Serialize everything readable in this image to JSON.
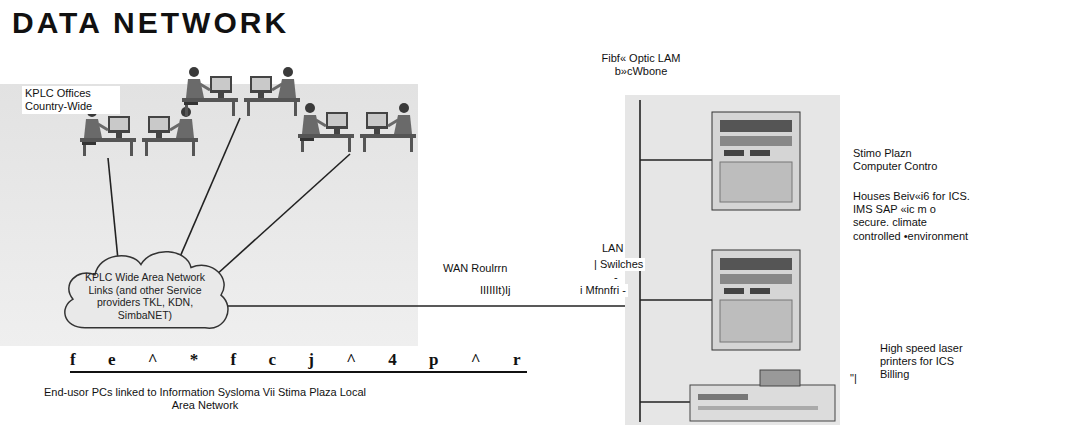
{
  "diagram": {
    "title": "DATA NETWORK",
    "caption": "End-usor PCs linked to Information Sysloma Vii Stima Plaza Local Area Network",
    "nodes": [
      {
        "text": [
          "KPLC Wide Area Network Links (and other Service providers TKL, KDN, SimbaNET)"
        ]
      }
    ],
    "labels": [
      "KPLC Offices Country-Wide",
      "WAN Roulrrn",
      "IIIIIIt)Ij",
      "Fibf« Optic LAM b»cWbone",
      "LAN",
      "| Swilches",
      "-",
      "i Mfnnfri -",
      "Stimo Plazn Computer Contro",
      "Houses Beiv«i6 for ICS. IMS SAP «ic m o secure. climate controlled •environment",
      "High speed laser printers for ICS Billing",
      "\"|",
      "f e ^ * f c j ^ 4 p ^ r"
    ]
  }
}
